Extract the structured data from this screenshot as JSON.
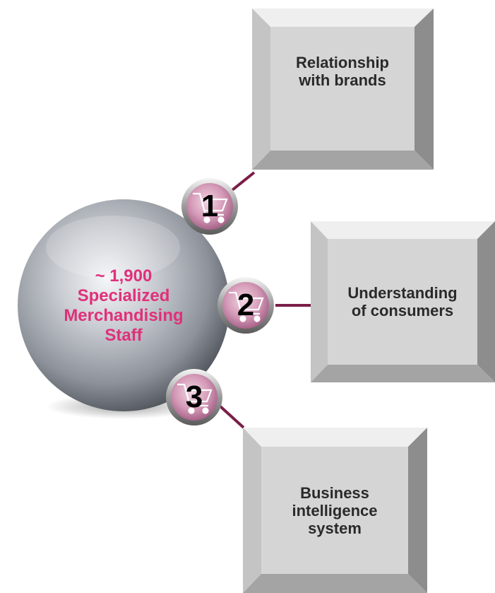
{
  "colors": {
    "accent": "#e0307a",
    "connector": "#7a1e48",
    "box_face": "#d5d5d5",
    "box_bevel_light": "#eeeeee",
    "box_bevel_dark": "#8a8a8a",
    "badge": "#c788a8",
    "sphere": "#9aa0a8"
  },
  "center": {
    "label": "~ 1,900\nSpecialized\nMerchandising\nStaff"
  },
  "items": [
    {
      "number": "1",
      "icon": "shopping-cart-icon",
      "label": "Relationship\nwith brands"
    },
    {
      "number": "2",
      "icon": "shopping-cart-icon",
      "label": "Understanding\nof consumers"
    },
    {
      "number": "3",
      "icon": "shopping-cart-icon",
      "label": "Business\nintelligence\nsystem"
    }
  ]
}
